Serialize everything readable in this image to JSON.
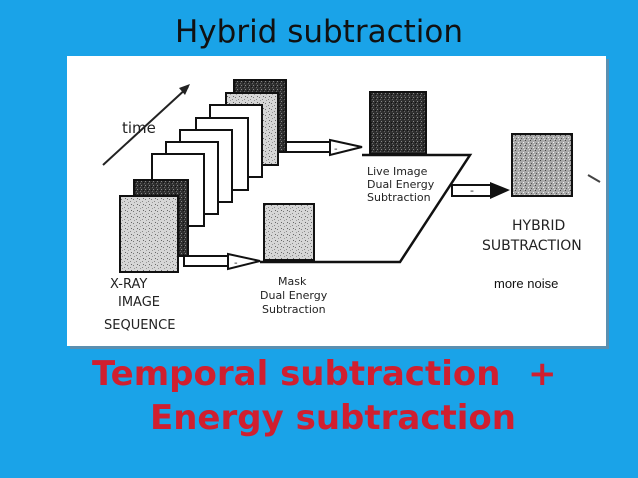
{
  "title": "Hybrid subtraction",
  "diagram": {
    "time_label": "time",
    "xray_label": [
      "X-RAY",
      "IMAGE",
      "SEQUENCE"
    ],
    "live_label": [
      "Live Image",
      "Dual Energy",
      "Subtraction"
    ],
    "mask_label": [
      "Mask",
      "Dual Energy",
      "Subtraction"
    ],
    "hybrid_label": [
      "HYBRID",
      "SUBTRACTION"
    ],
    "minus_sign": "-",
    "note": "more noise"
  },
  "footer": {
    "line1": "Temporal subtraction",
    "plus": "+",
    "line2": "Energy subtraction"
  },
  "colors": {
    "background": "#1aa3e8",
    "accent_red": "#d01f2f"
  }
}
